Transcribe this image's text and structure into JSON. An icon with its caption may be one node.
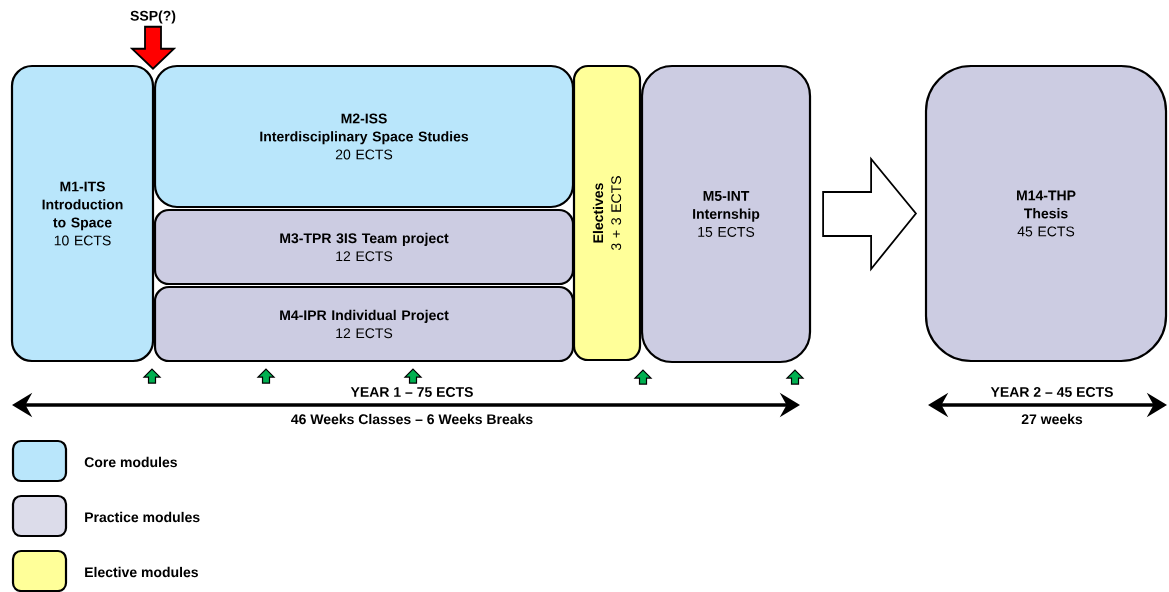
{
  "diagram": {
    "nodes": [
      {
        "text": [
          "M1-ITS",
          "Introduction to Space",
          "10 ECTS"
        ]
      },
      {
        "text": [
          "M2-ISS",
          "Interdisciplinary Space Studies",
          "20 ECTS"
        ]
      },
      {
        "text": [
          "M3-TPR 3IS Team project",
          "12 ECTS"
        ]
      },
      {
        "text": [
          "M4-IPR Individual Project",
          "12 ECTS"
        ]
      },
      {
        "text": [
          "Electives",
          "3 + 3 ECTS"
        ]
      },
      {
        "text": [
          "M5-INT",
          "Internship",
          "15 ECTS"
        ]
      },
      {
        "text": [
          "M14-THP",
          "Thesis",
          "45 ECTS"
        ]
      },
      {
        "text": [
          "SSP(?)"
        ]
      }
    ],
    "edges": [
      {
        "from": 5,
        "to": 6,
        "arrow": "to"
      },
      {
        "from": 7,
        "to": null,
        "arrow": "to",
        "color": "#ff0000"
      },
      {
        "from": null,
        "to": 3,
        "arrow": "to",
        "color": "#00b050"
      },
      {
        "from": null,
        "to": 3,
        "arrow": "to",
        "color": "#00b050"
      },
      {
        "from": null,
        "to": 3,
        "arrow": "to",
        "color": "#00b050"
      },
      {
        "from": null,
        "to": 5,
        "arrow": "to",
        "color": "#00b050"
      },
      {
        "from": null,
        "to": 5,
        "arrow": "to",
        "color": "#00b050"
      }
    ],
    "labels": [
      "YEAR 1 – 75 ECTS",
      "46 Weeks Classes – 6 Weeks Breaks",
      "YEAR 2 – 45 ECTS",
      "27 weeks"
    ],
    "legend": [
      {
        "text": "Core modules",
        "color": "#b9e6fb"
      },
      {
        "text": "Practice modules",
        "color": "#dcdcea"
      },
      {
        "text": "Elective modules",
        "color": "#ffff99"
      }
    ]
  }
}
